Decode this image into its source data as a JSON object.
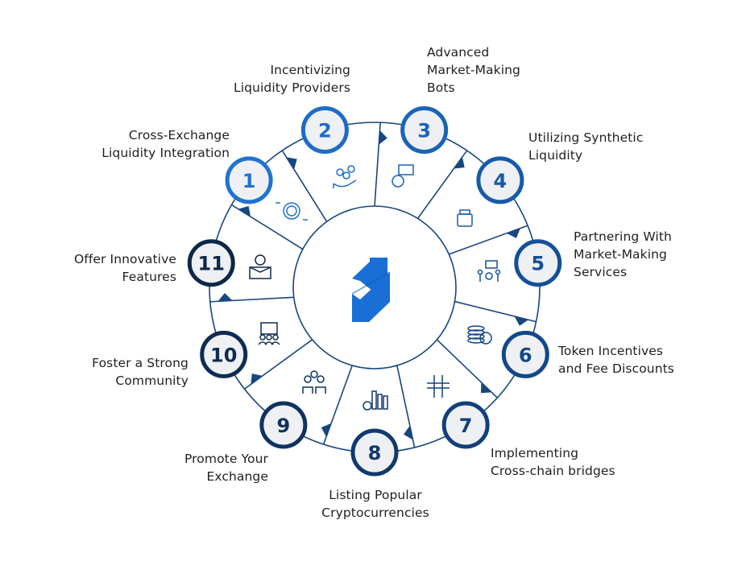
{
  "diagram": {
    "title": "",
    "center_logo": "exchange-arrows-logo",
    "colors": {
      "ring_line": "#17477e",
      "logo_blue": "#1a6fd6",
      "logo_blue_dark": "#1559b0",
      "text": "#1f1f1f",
      "badge_fill": "#eef0f3"
    },
    "steps": [
      {
        "number": "1",
        "label": "Cross-Exchange\nLiquidity Integration",
        "icon": "dollar-exchange-icon",
        "badge_color": "#1f73d1"
      },
      {
        "number": "2",
        "label": "Incentivizing\nLiquidity Providers",
        "icon": "hand-coins-drops-icon",
        "badge_color": "#1d6cc6"
      },
      {
        "number": "3",
        "label": "Advanced\nMarket-Making\nBots",
        "icon": "robot-chart-icon",
        "badge_color": "#1a63b8"
      },
      {
        "number": "4",
        "label": "Utilizing Synthetic\nLiquidity",
        "icon": "ink-bottle-icon",
        "badge_color": "#175aa9"
      },
      {
        "number": "5",
        "label": "Partnering With\nMarket-Making\nServices",
        "icon": "partners-gear-icon",
        "badge_color": "#145098"
      },
      {
        "number": "6",
        "label": "Token Incentives\nand Fee Discounts",
        "icon": "coins-percent-icon",
        "badge_color": "#12488a"
      },
      {
        "number": "7",
        "label": "Implementing\nCross-chain bridges",
        "icon": "bridge-icon",
        "badge_color": "#11407b"
      },
      {
        "number": "8",
        "label": "Listing Popular\nCryptocurrencies",
        "icon": "crypto-bars-icon",
        "badge_color": "#10396d"
      },
      {
        "number": "9",
        "label": "Promote Your\nExchange",
        "icon": "people-exchange-icon",
        "badge_color": "#0f325f"
      },
      {
        "number": "10",
        "label": "Foster a Strong\nCommunity",
        "icon": "community-fist-icon",
        "badge_color": "#0e2c53"
      },
      {
        "number": "11",
        "label": "Offer Innovative\nFeatures",
        "icon": "box-idea-gear-icon",
        "badge_color": "#0d2747"
      }
    ]
  }
}
